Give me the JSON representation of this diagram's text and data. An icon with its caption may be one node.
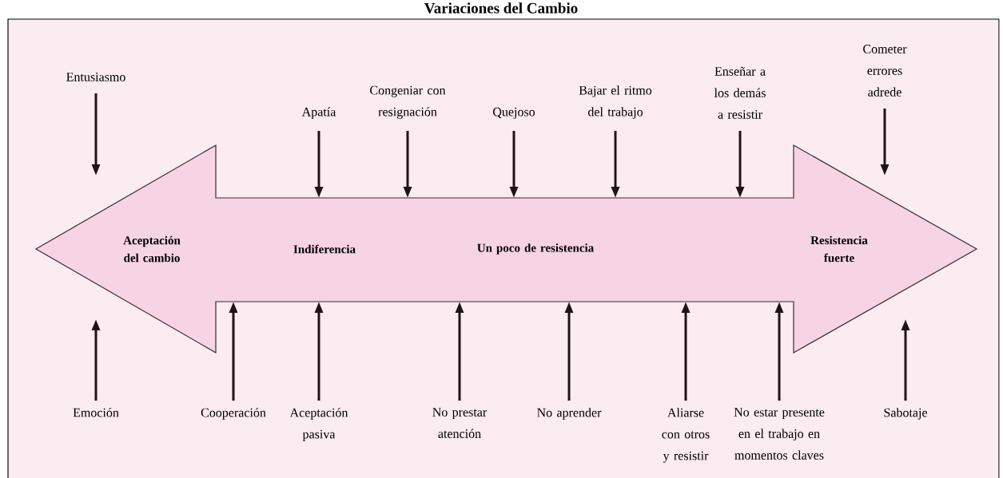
{
  "diagram": {
    "title": "Variaciones del Cambio",
    "nodes": [
      {
        "text": [
          "Aceptación del cambio",
          "Indiferencia",
          "Un poco de resistencia",
          "Resistencia fuerte"
        ]
      },
      {
        "text": [
          "Entusiasmo"
        ]
      },
      {
        "text": [
          "Apatía"
        ]
      },
      {
        "text": [
          "Congeniar con resignación"
        ]
      },
      {
        "text": [
          "Quejoso"
        ]
      },
      {
        "text": [
          "Bajar el ritmo del trabajo"
        ]
      },
      {
        "text": [
          "Enseñar a los demás a resistir"
        ]
      },
      {
        "text": [
          "Cometer errores adrede"
        ]
      },
      {
        "text": [
          "Emoción"
        ]
      },
      {
        "text": [
          "Cooperación"
        ]
      },
      {
        "text": [
          "Aceptación pasiva"
        ]
      },
      {
        "text": [
          "No prestar atención"
        ]
      },
      {
        "text": [
          "No aprender"
        ]
      },
      {
        "text": [
          "Aliarse con otros y resistir"
        ]
      },
      {
        "text": [
          "No estar presente en el trabajo en momentos claves"
        ]
      },
      {
        "text": [
          "Sabotaje"
        ]
      }
    ],
    "edges": [
      {
        "from": 1,
        "to": null,
        "arrow": "to"
      },
      {
        "from": 2,
        "to": 0,
        "arrow": "to"
      },
      {
        "from": 3,
        "to": 0,
        "arrow": "to"
      },
      {
        "from": 4,
        "to": 0,
        "arrow": "to"
      },
      {
        "from": 5,
        "to": 0,
        "arrow": "to"
      },
      {
        "from": 6,
        "to": 0,
        "arrow": "to"
      },
      {
        "from": 7,
        "to": null,
        "arrow": "to"
      },
      {
        "from": 8,
        "to": null,
        "arrow": "to"
      },
      {
        "from": 9,
        "to": 0,
        "arrow": "to"
      },
      {
        "from": 10,
        "to": 0,
        "arrow": "to"
      },
      {
        "from": 11,
        "to": 0,
        "arrow": "to"
      },
      {
        "from": 12,
        "to": 0,
        "arrow": "to"
      },
      {
        "from": 13,
        "to": 0,
        "arrow": "to"
      },
      {
        "from": 14,
        "to": 0,
        "arrow": "to"
      },
      {
        "from": 15,
        "to": null,
        "arrow": "to"
      }
    ]
  }
}
